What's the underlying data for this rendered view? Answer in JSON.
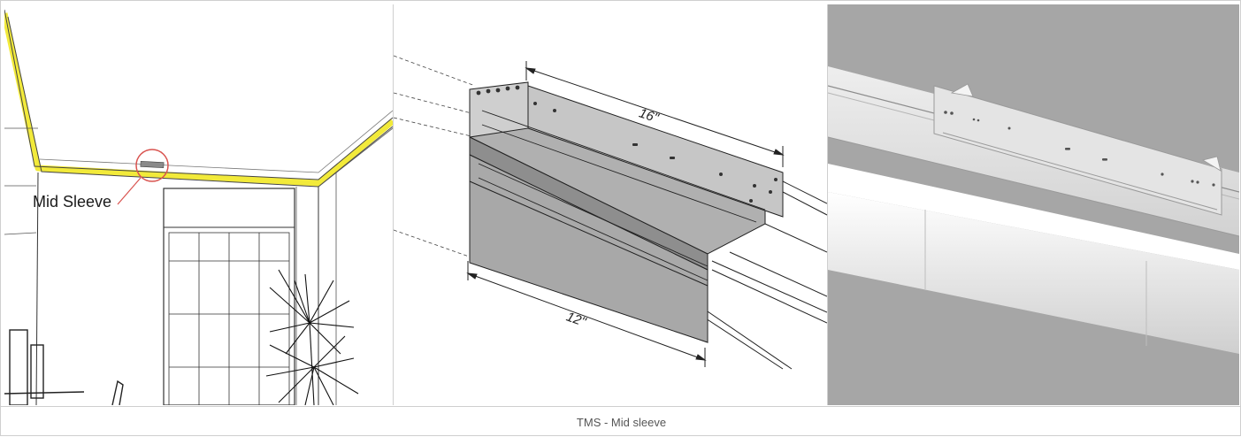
{
  "panels": {
    "ceiling_view": {
      "callout_label": "Mid Sleeve"
    },
    "exploded_view": {
      "dimension_top": "16\"",
      "dimension_bottom": "12\""
    },
    "render_view": {}
  },
  "caption": "TMS - Mid sleeve",
  "colors": {
    "highlight": "#f2ea3a",
    "callout": "#d9534f",
    "profile_fill": "#a8a8a8",
    "render_background": "#a6a6a6"
  }
}
